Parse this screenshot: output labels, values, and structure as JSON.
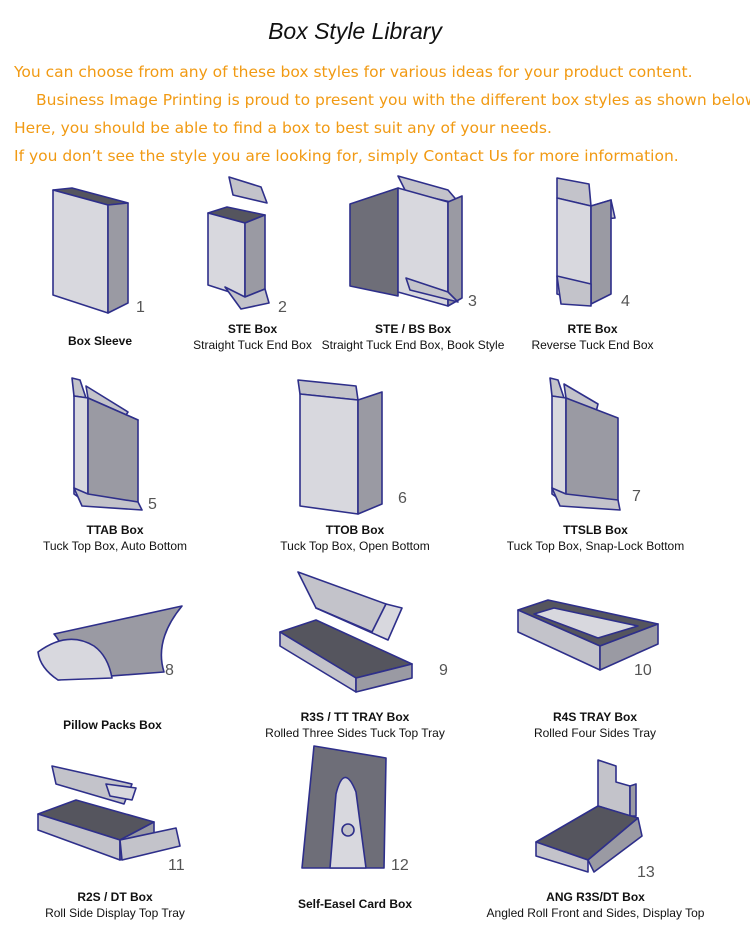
{
  "title": "Box Style Library",
  "intro": [
    "You can choose from any of these box styles for various ideas for your product content.",
    "Business Image Printing is proud to present you with the different box styles as shown below.",
    "Here, you should be able to find a box to best suit any of your needs.",
    "If you don’t see the style you are looking for, simply Contact Us for more information."
  ],
  "boxes": [
    {
      "num": "1",
      "code": "Box Sleeve",
      "desc": ""
    },
    {
      "num": "2",
      "code": "STE Box",
      "desc": "Straight Tuck End Box"
    },
    {
      "num": "3",
      "code": "STE / BS Box",
      "desc": "Straight Tuck End Box, Book Style"
    },
    {
      "num": "4",
      "code": "RTE Box",
      "desc": "Reverse Tuck End Box"
    },
    {
      "num": "5",
      "code": "TTAB Box",
      "desc": "Tuck Top Box, Auto Bottom"
    },
    {
      "num": "6",
      "code": "TTOB Box",
      "desc": "Tuck Top Box, Open Bottom"
    },
    {
      "num": "7",
      "code": "TTSLB Box",
      "desc": "Tuck Top Box, Snap-Lock Bottom"
    },
    {
      "num": "8",
      "code": "Pillow Packs Box",
      "desc": ""
    },
    {
      "num": "9",
      "code": "R3S / TT TRAY Box",
      "desc": "Rolled Three Sides Tuck Top Tray"
    },
    {
      "num": "10",
      "code": "R4S TRAY Box",
      "desc": "Rolled Four Sides Tray"
    },
    {
      "num": "11",
      "code": "R2S / DT Box",
      "desc": "Roll Side Display Top Tray"
    },
    {
      "num": "12",
      "code": "Self-Easel Card Box",
      "desc": ""
    },
    {
      "num": "13",
      "code": "ANG R3S/DT Box",
      "desc": "Angled Roll Front and Sides, Display Top"
    }
  ]
}
